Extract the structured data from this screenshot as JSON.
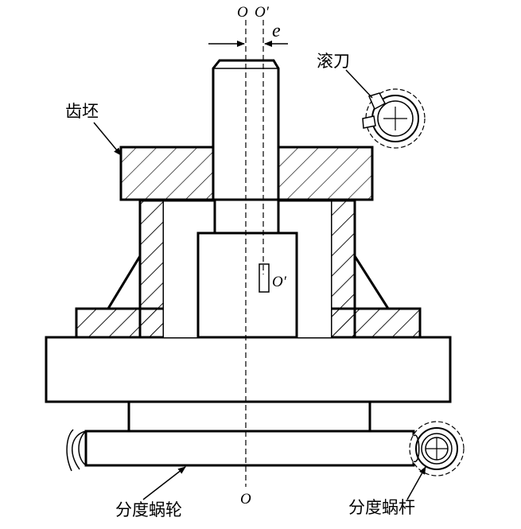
{
  "labels": {
    "axis_top_o": "O",
    "axis_top_o_prime": "O′",
    "eccentricity": "e",
    "hob": "滚刀",
    "gear_blank": "齿坯",
    "inner_o_prime": "O′",
    "index_worm_wheel": "分度蜗轮",
    "axis_bottom_o": "O",
    "index_worm": "分度蜗杆"
  }
}
